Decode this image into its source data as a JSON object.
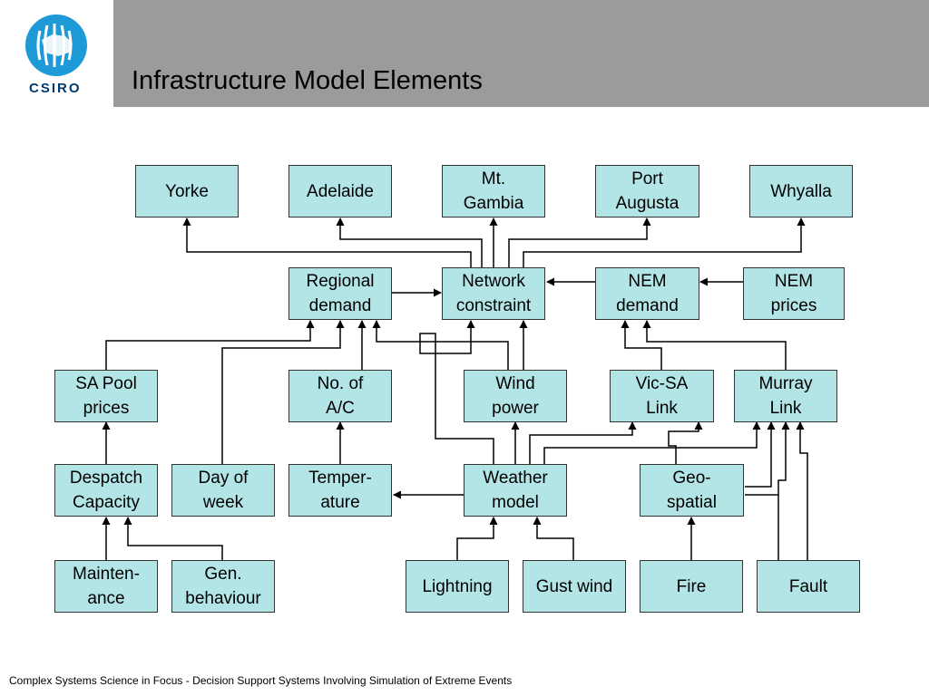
{
  "header": {
    "title": "Infrastructure Model Elements",
    "logo_text": "CSIRO"
  },
  "diagram": {
    "nodes": {
      "yorke": "Yorke",
      "adelaide": "Adelaide",
      "mt_gambia": "Mt.\nGambia",
      "port_augusta": "Port\nAugusta",
      "whyalla": "Whyalla",
      "regional_demand": "Regional\ndemand",
      "network_constraint": "Network\nconstraint",
      "nem_demand": "NEM\ndemand",
      "nem_prices": "NEM\nprices",
      "sa_pool_prices": "SA Pool\nprices",
      "no_of_ac": "No. of\nA/C",
      "wind_power": "Wind\npower",
      "vic_sa_link": "Vic-SA\nLink",
      "murray_link": "Murray\nLink",
      "despatch_capacity": "Despatch\nCapacity",
      "day_of_week": "Day of\nweek",
      "temperature": "Temper-\nature",
      "weather_model": "Weather\nmodel",
      "geo_spatial": "Geo-\nspatial",
      "maintenance": "Mainten-\nance",
      "gen_behaviour": "Gen.\nbehaviour",
      "lightning": "Lightning",
      "gust_wind": "Gust wind",
      "fire": "Fire",
      "fault": "Fault"
    }
  },
  "footer": {
    "text": "Complex Systems Science in Focus - Decision Support Systems Involving Simulation of Extreme Events"
  },
  "colors": {
    "node_fill": "#b3e5e7",
    "title_bar": "#9a9b9d",
    "logo_blue": "#1e9ad6"
  }
}
